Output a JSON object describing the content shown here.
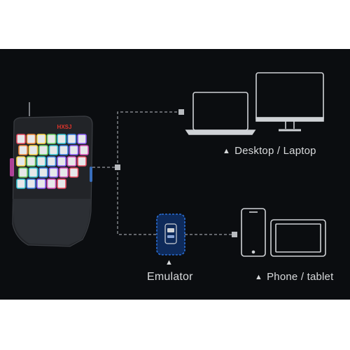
{
  "brand": "HXSJ",
  "labels": {
    "desktop": "Desktop / Laptop",
    "emulator": "Emulator",
    "phone": "Phone / tablet"
  },
  "marker": "▲",
  "colors": {
    "background": "#0b0d10",
    "device_stroke": "#cfd2d6",
    "connector_line": "#9a9da2",
    "emulator_accent": "#2a6fd6",
    "logo": "#e0342b"
  },
  "keyboard_rgb": [
    "#e84a5f",
    "#f08a3c",
    "#f5d547",
    "#6fd36a",
    "#35c2d1",
    "#3d7fe0",
    "#8b5cf6",
    "#d64fb8"
  ]
}
